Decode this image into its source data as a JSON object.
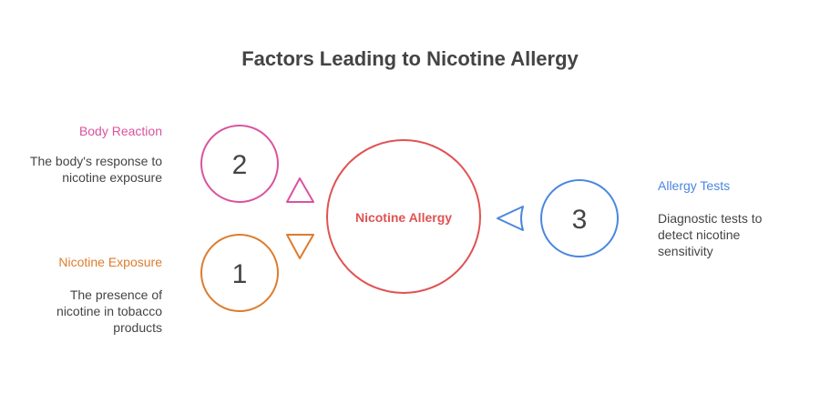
{
  "title": "Factors Leading to Nicotine Allergy",
  "center": {
    "label": "Nicotine Allergy",
    "color": "#e05252"
  },
  "factors": [
    {
      "number": "1",
      "heading": "Nicotine Exposure",
      "description": "The presence of nicotine in tobacco products",
      "color": "#dc7c2e"
    },
    {
      "number": "2",
      "heading": "Body Reaction",
      "description": "The body's response to nicotine exposure",
      "color": "#d9539f"
    },
    {
      "number": "3",
      "heading": "Allergy Tests",
      "description": "Diagnostic tests to detect nicotine sensitivity",
      "color": "#4a87e0"
    }
  ]
}
